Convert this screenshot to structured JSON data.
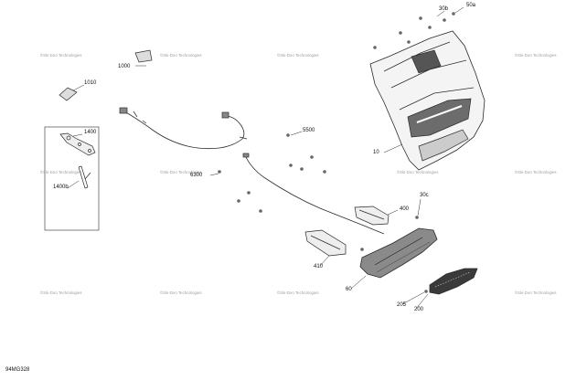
{
  "watermark_text": "©Ski-Doo Technologies",
  "figure_code": "94MG328",
  "callouts": {
    "c1000": "1000",
    "c1010": "1010",
    "c1400": "1400",
    "c1400b": "1400b",
    "c5500": "5500",
    "c6300": "6300",
    "c10": "10",
    "c30b": "30b",
    "c30c": "30c",
    "c50a": "50a",
    "c400": "400",
    "c410": "410",
    "c60": "60",
    "c200": "200",
    "c205": "205"
  },
  "colors": {
    "line": "#2b2b2b",
    "fill_dark": "#444444",
    "fill_mid": "#9a9a9a",
    "watermark": "#9a9a9a"
  }
}
